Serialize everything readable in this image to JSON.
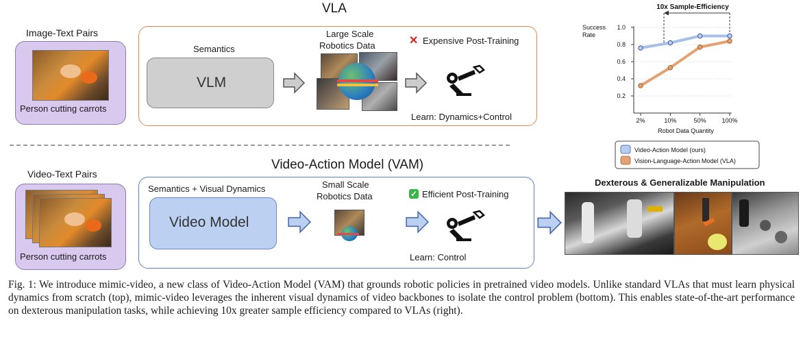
{
  "vla": {
    "title": "VLA",
    "pairs_label": "Image-Text Pairs",
    "pairs_caption": "Person cutting carrots",
    "semantics_label": "Semantics",
    "model_label": "VLM",
    "data_label_1": "Large Scale",
    "data_label_2": "Robotics Data",
    "posttrain_label": "Expensive Post-Training",
    "learn_label": "Learn: Dynamics+Control"
  },
  "vam": {
    "title": "Video-Action Model (VAM)",
    "pairs_label": "Video-Text Pairs",
    "pairs_caption": "Person cutting carrots",
    "semantics_label": "Semantics + Visual Dynamics",
    "model_label": "Video Model",
    "data_label_1": "Small Scale",
    "data_label_2": "Robotics Data",
    "posttrain_label": "Efficient Post-Training",
    "learn_label": "Learn: Control"
  },
  "icons": {
    "cross": "cross-mark-icon",
    "check": "check-mark-icon",
    "robot": "robot-arm-icon",
    "arrow": "arrow-right-icon"
  },
  "colors": {
    "vla_border": "#e08a4a",
    "vam_border": "#5b7fd0",
    "vam_fill": "#bcd0f2",
    "vlm_fill": "#cfcfcf",
    "pairs_fill": "#d9c9ef",
    "series_vam": "#a7c0ea",
    "series_vla": "#e2a273",
    "cross": "#e02020",
    "check": "#3bb54a"
  },
  "manip_title": "Dexterous & Generalizable Manipulation",
  "chart_data": {
    "type": "line",
    "title": "10x Sample-Efficiency",
    "ylabel": "Success Rate",
    "xlabel": "Robot Data Quantity",
    "categories": [
      "2%",
      "10%",
      "50%",
      "100%"
    ],
    "yticks": [
      "1.0",
      "0.8",
      "0.6",
      "0.4",
      "0.2"
    ],
    "ylim": [
      0.0,
      1.0
    ],
    "series": [
      {
        "name": "Video-Action Model (ours)",
        "values": [
          0.76,
          0.82,
          0.9,
          0.9
        ]
      },
      {
        "name": "Vision-Language-Action Model (VLA)",
        "values": [
          0.32,
          0.53,
          0.77,
          0.84
        ]
      }
    ],
    "legend_position": "bottom"
  },
  "caption": "Fig. 1: We introduce mimic-video, a new class of Video-Action Model (VAM) that grounds robotic policies in pretrained video models. Unlike standard VLAs that must learn physical dynamics from scratch (top), mimic-video leverages the inherent visual dynamics of video backbones to isolate the control problem (bottom). This enables state-of-the-art performance on dexterous manipulation tasks, while achieving 10x greater sample efficiency compared to VLAs (right)."
}
